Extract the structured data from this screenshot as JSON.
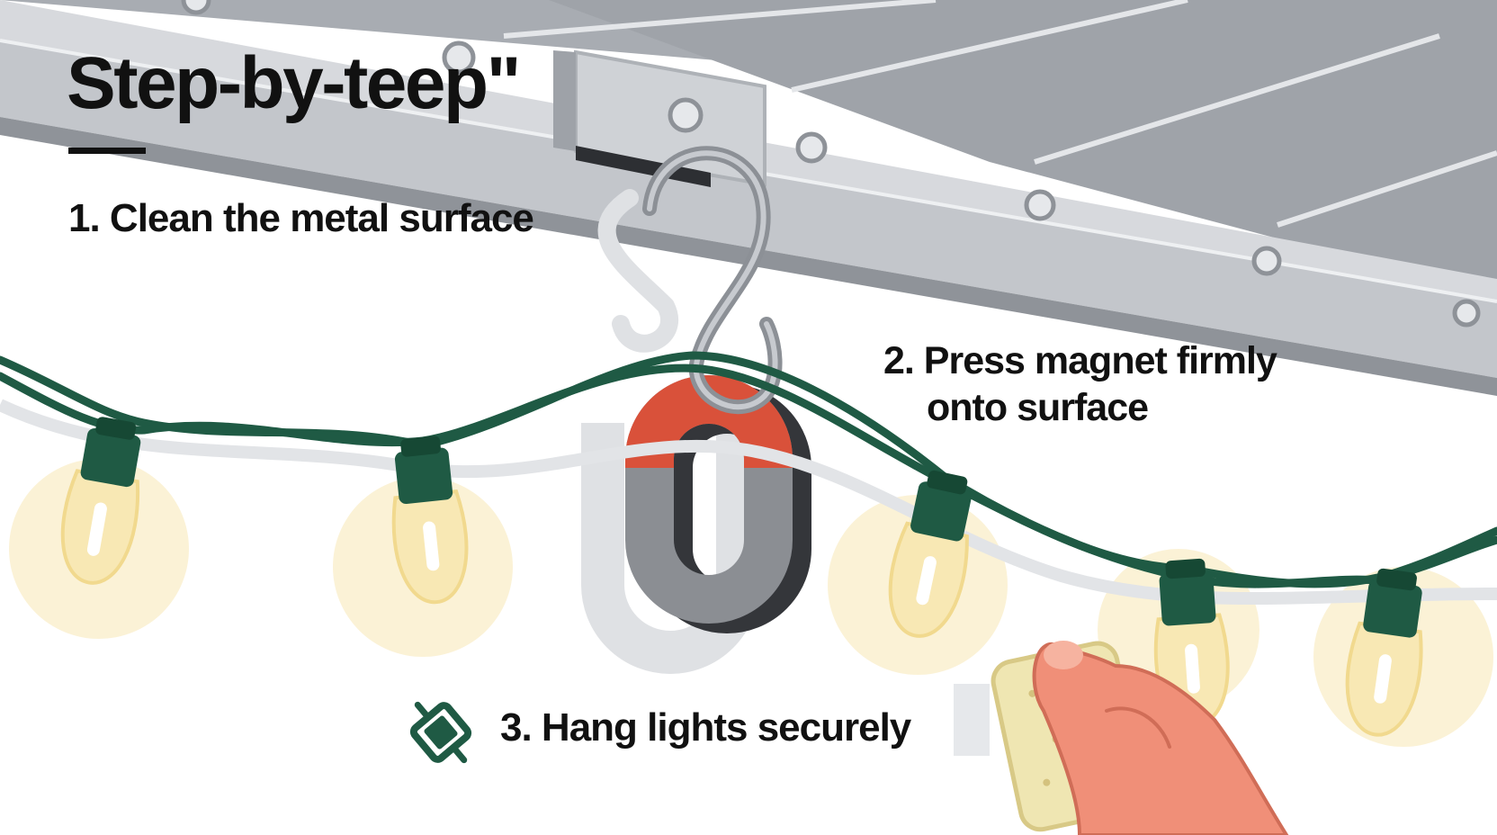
{
  "title": "Step-by-teep\"",
  "steps": [
    {
      "label": "1. Clean the metal surface"
    },
    {
      "lines": [
        "2. Press magnet firmly",
        "onto surface"
      ]
    },
    {
      "label": "3. Hang lights securely"
    }
  ],
  "icons": {
    "step3_icon": "magnet-clip-icon"
  },
  "colors": {
    "text": "#111111",
    "beam": "#c9ccd1",
    "ceiling": "#9ea2a8",
    "cord": "#1f5a44",
    "bulb": "#f8e8b4",
    "magnet_red": "#d9513a",
    "magnet_grey": "#8b8e93",
    "hand": "#f08f78",
    "sponge": "#efe6b2"
  }
}
